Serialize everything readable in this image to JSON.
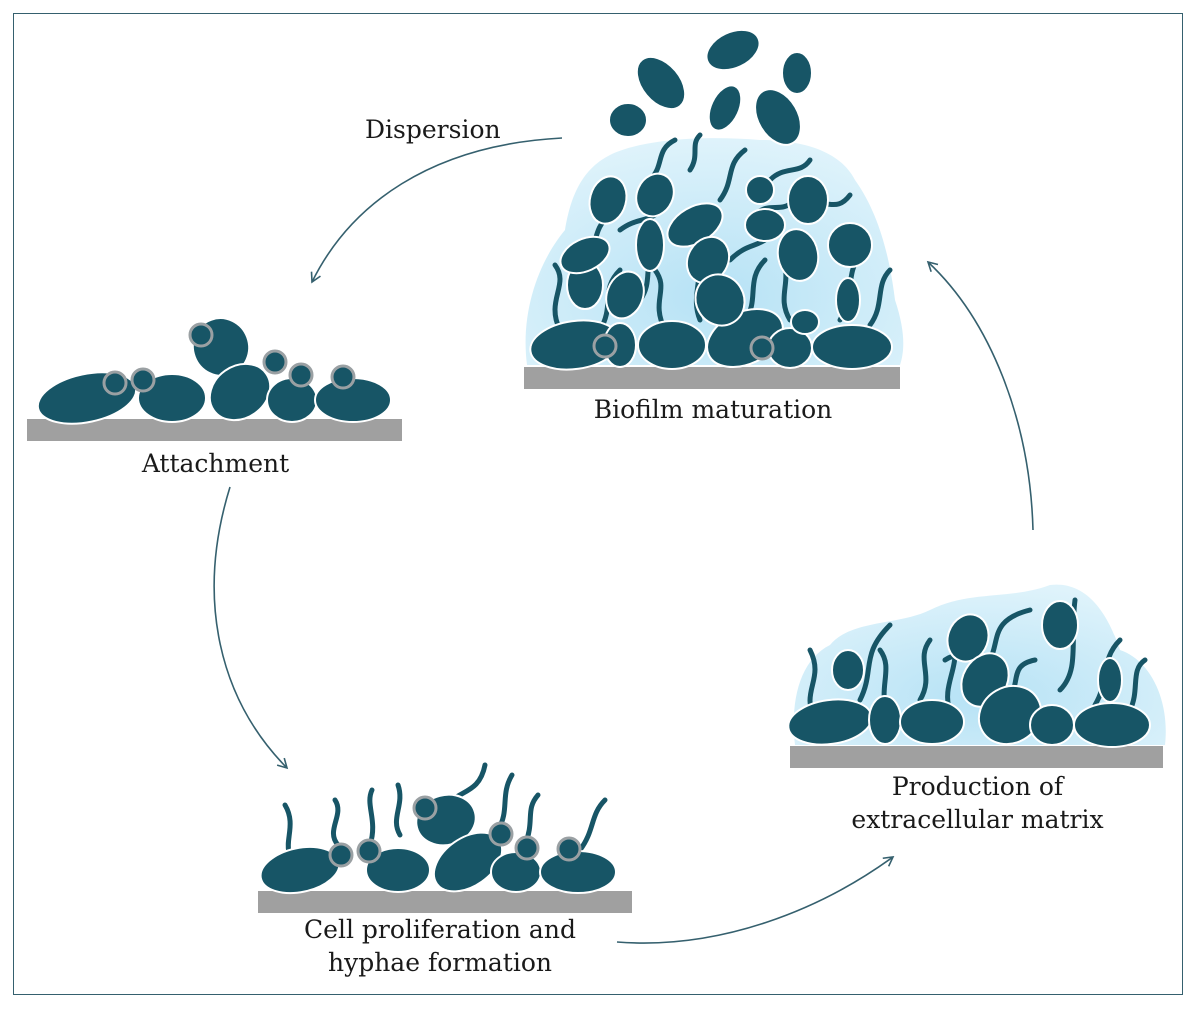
{
  "diagram": {
    "colors": {
      "cell": "#175566",
      "surface": "#a0a0a0",
      "matrix": "#c9e9f7",
      "arrow": "#35606e",
      "attachment_point": "#9aa0a3"
    },
    "stages": {
      "attachment": "Attachment",
      "proliferation_line1": "Cell proliferation and",
      "proliferation_line2": "hyphae formation",
      "matrix_line1": "Production of",
      "matrix_line2": "extracellular matrix",
      "maturation": "Biofilm maturation"
    },
    "arrows": {
      "dispersion": "Dispersion"
    }
  }
}
